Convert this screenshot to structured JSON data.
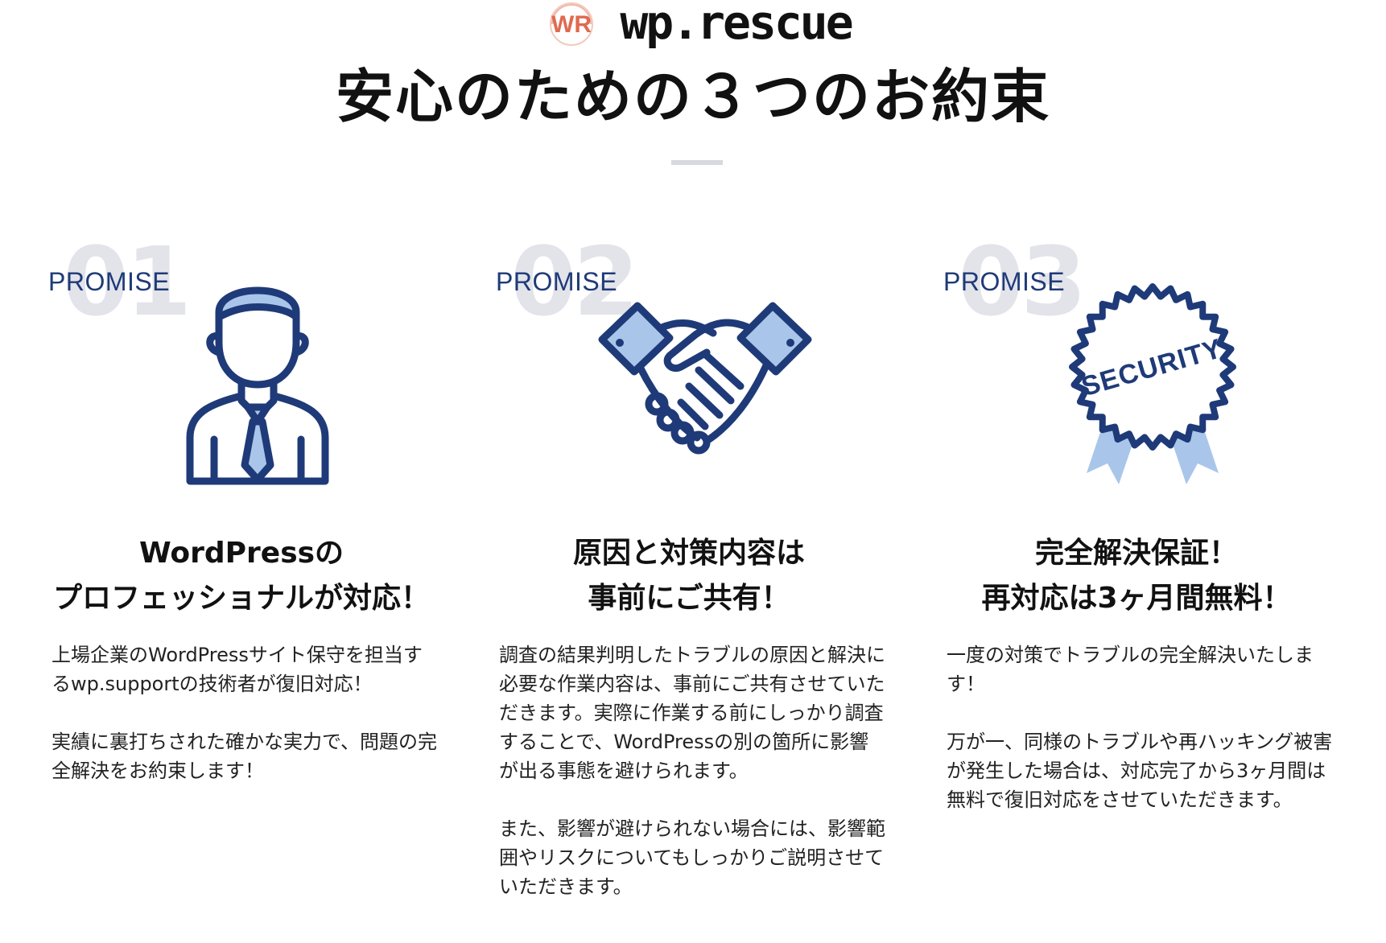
{
  "brand": {
    "logo_text": "WR",
    "name": "wp.rescue",
    "logo_color": "#e06a4f"
  },
  "title": "安心のための３つのお約束",
  "colors": {
    "navy": "#1f3a78",
    "light_blue": "#a9c6ea",
    "divider": "#d7d9de"
  },
  "promises": [
    {
      "number": "01",
      "label": "PROMISE",
      "icon": "businessman-icon",
      "title_lines": [
        "WordPressの",
        "プロフェッショナルが対応！"
      ],
      "paragraphs": [
        "上場企業のWordPressサイト保守を担当するwp.supportの技術者が復旧対応！",
        "実績に裏打ちされた確かな実力で、問題の完全解決をお約束します！"
      ]
    },
    {
      "number": "02",
      "label": "PROMISE",
      "icon": "handshake-icon",
      "title_lines": [
        "原因と対策内容は",
        "事前にご共有！"
      ],
      "paragraphs": [
        "調査の結果判明したトラブルの原因と解決に必要な作業内容は、事前にご共有させていただきます。実際に作業する前にしっかり調査することで、WordPressの別の箇所に影響が出る事態を避けられます。",
        "また、影響が避けられない場合には、影響範囲やリスクについてもしっかりご説明させていただきます。"
      ]
    },
    {
      "number": "03",
      "label": "PROMISE",
      "icon": "security-seal-icon",
      "seal_text": "SECURITY",
      "title_lines": [
        "完全解決保証！",
        "再対応は3ヶ月間無料！"
      ],
      "paragraphs": [
        "一度の対策でトラブルの完全解決いたします！",
        "万が一、同様のトラブルや再ハッキング被害が発生した場合は、対応完了から3ヶ月間は無料で復旧対応をさせていただきます。"
      ]
    }
  ]
}
